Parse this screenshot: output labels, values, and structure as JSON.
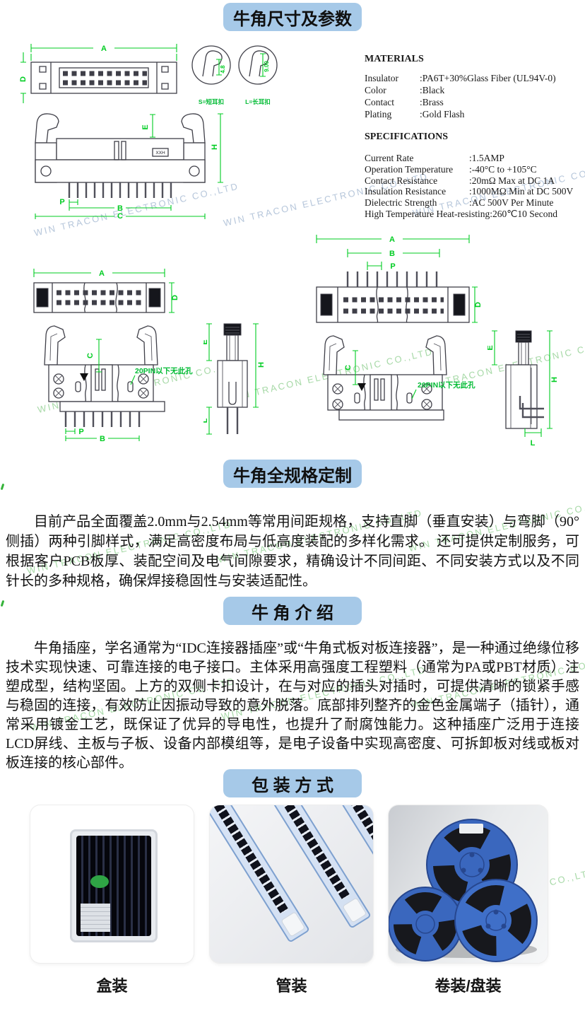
{
  "watermark": {
    "text": "WIN TRACON ELECTRONIC CO.,LTD"
  },
  "banners": {
    "dimensions": "牛角尺寸及参数",
    "custom": "牛角全规格定制",
    "intro": "牛 角 介 绍",
    "packaging": "包 装 方 式"
  },
  "materials": {
    "title": "MATERIALS",
    "rows": [
      {
        "label": "Insulator",
        "value": ":PA6T+30%Glass Fiber (UL94V-0)"
      },
      {
        "label": "Color",
        "value": ":Black"
      },
      {
        "label": "Contact",
        "value": ":Brass"
      },
      {
        "label": "Plating",
        "value": ":Gold Flash"
      }
    ]
  },
  "specifications": {
    "title": "SPECIFICATIONS",
    "rows": [
      {
        "label": "Current Rate",
        "value": ":1.5AMP"
      },
      {
        "label": "Operation Temperature",
        "value": ":-40°C to +105°C"
      },
      {
        "label": "Contact Resistance",
        "value": ":20mΩ Max at DC 1A"
      },
      {
        "label": "Insulation Resistance",
        "value": ":1000MΩ Min at DC 500V"
      },
      {
        "label": "Dielectric Strength",
        "value": ":AC 500V Per Minute"
      },
      {
        "label": "High Temperature Heat-resisting",
        "value": ":260℃10 Second"
      }
    ]
  },
  "drawings": {
    "dims": {
      "A": "A",
      "B": "B",
      "C": "C",
      "D": "D",
      "E": "E",
      "H": "H",
      "L": "L",
      "P": "P"
    },
    "detail_short_label": "S=短耳扣",
    "detail_long_label": "L=长耳扣",
    "detail_short_dim": "4.8",
    "detail_long_dim": "9.00",
    "no_hole_note": "20PIN以下无此孔",
    "part_code": "XXH"
  },
  "paragraphs": {
    "custom": "目前产品全面覆盖2.0mm与2.54mm等常用间距规格，支持直脚（垂直安装）与弯脚（90°侧插）两种引脚样式，满足高密度布局与低高度装配的多样化需求。 还可提供定制服务，可根据客户PCB板厚、装配空间及电气间隙要求，精确设计不同间距、不同安装方式以及不同针长的多种规格，确保焊接稳固性与安装适配性。",
    "intro": "牛角插座，学名通常为“IDC连接器插座”或“牛角式板对板连接器”，是一种通过绝缘位移技术实现快速、可靠连接的电子接口。主体采用高强度工程塑料（通常为PA或PBT材质）注塑成型，结构坚固。上方的双侧卡扣设计，在与对应的插头对插时，可提供清晰的锁紧手感与稳固的连接，有效防止因振动导致的意外脱落。底部排列整齐的金色金属端子（插针），通常采用镀金工艺，既保证了优异的导电性，也提升了耐腐蚀能力。这种插座广泛用于连接LCD屏线、主板与子板、设备内部模组等，是电子设备中实现高密度、可拆卸板对线或板对板连接的核心部件。"
  },
  "packaging": {
    "items": [
      {
        "caption": "盒装"
      },
      {
        "caption": "管装"
      },
      {
        "caption": "卷装/盘装"
      }
    ]
  },
  "colors": {
    "banner_bg": "#a6c9e8",
    "dimension_green": "#00cc22",
    "watermark_blue": "#b7c7db",
    "watermark_green": "#a7d9a7",
    "reel_blue": "#3a67be"
  }
}
